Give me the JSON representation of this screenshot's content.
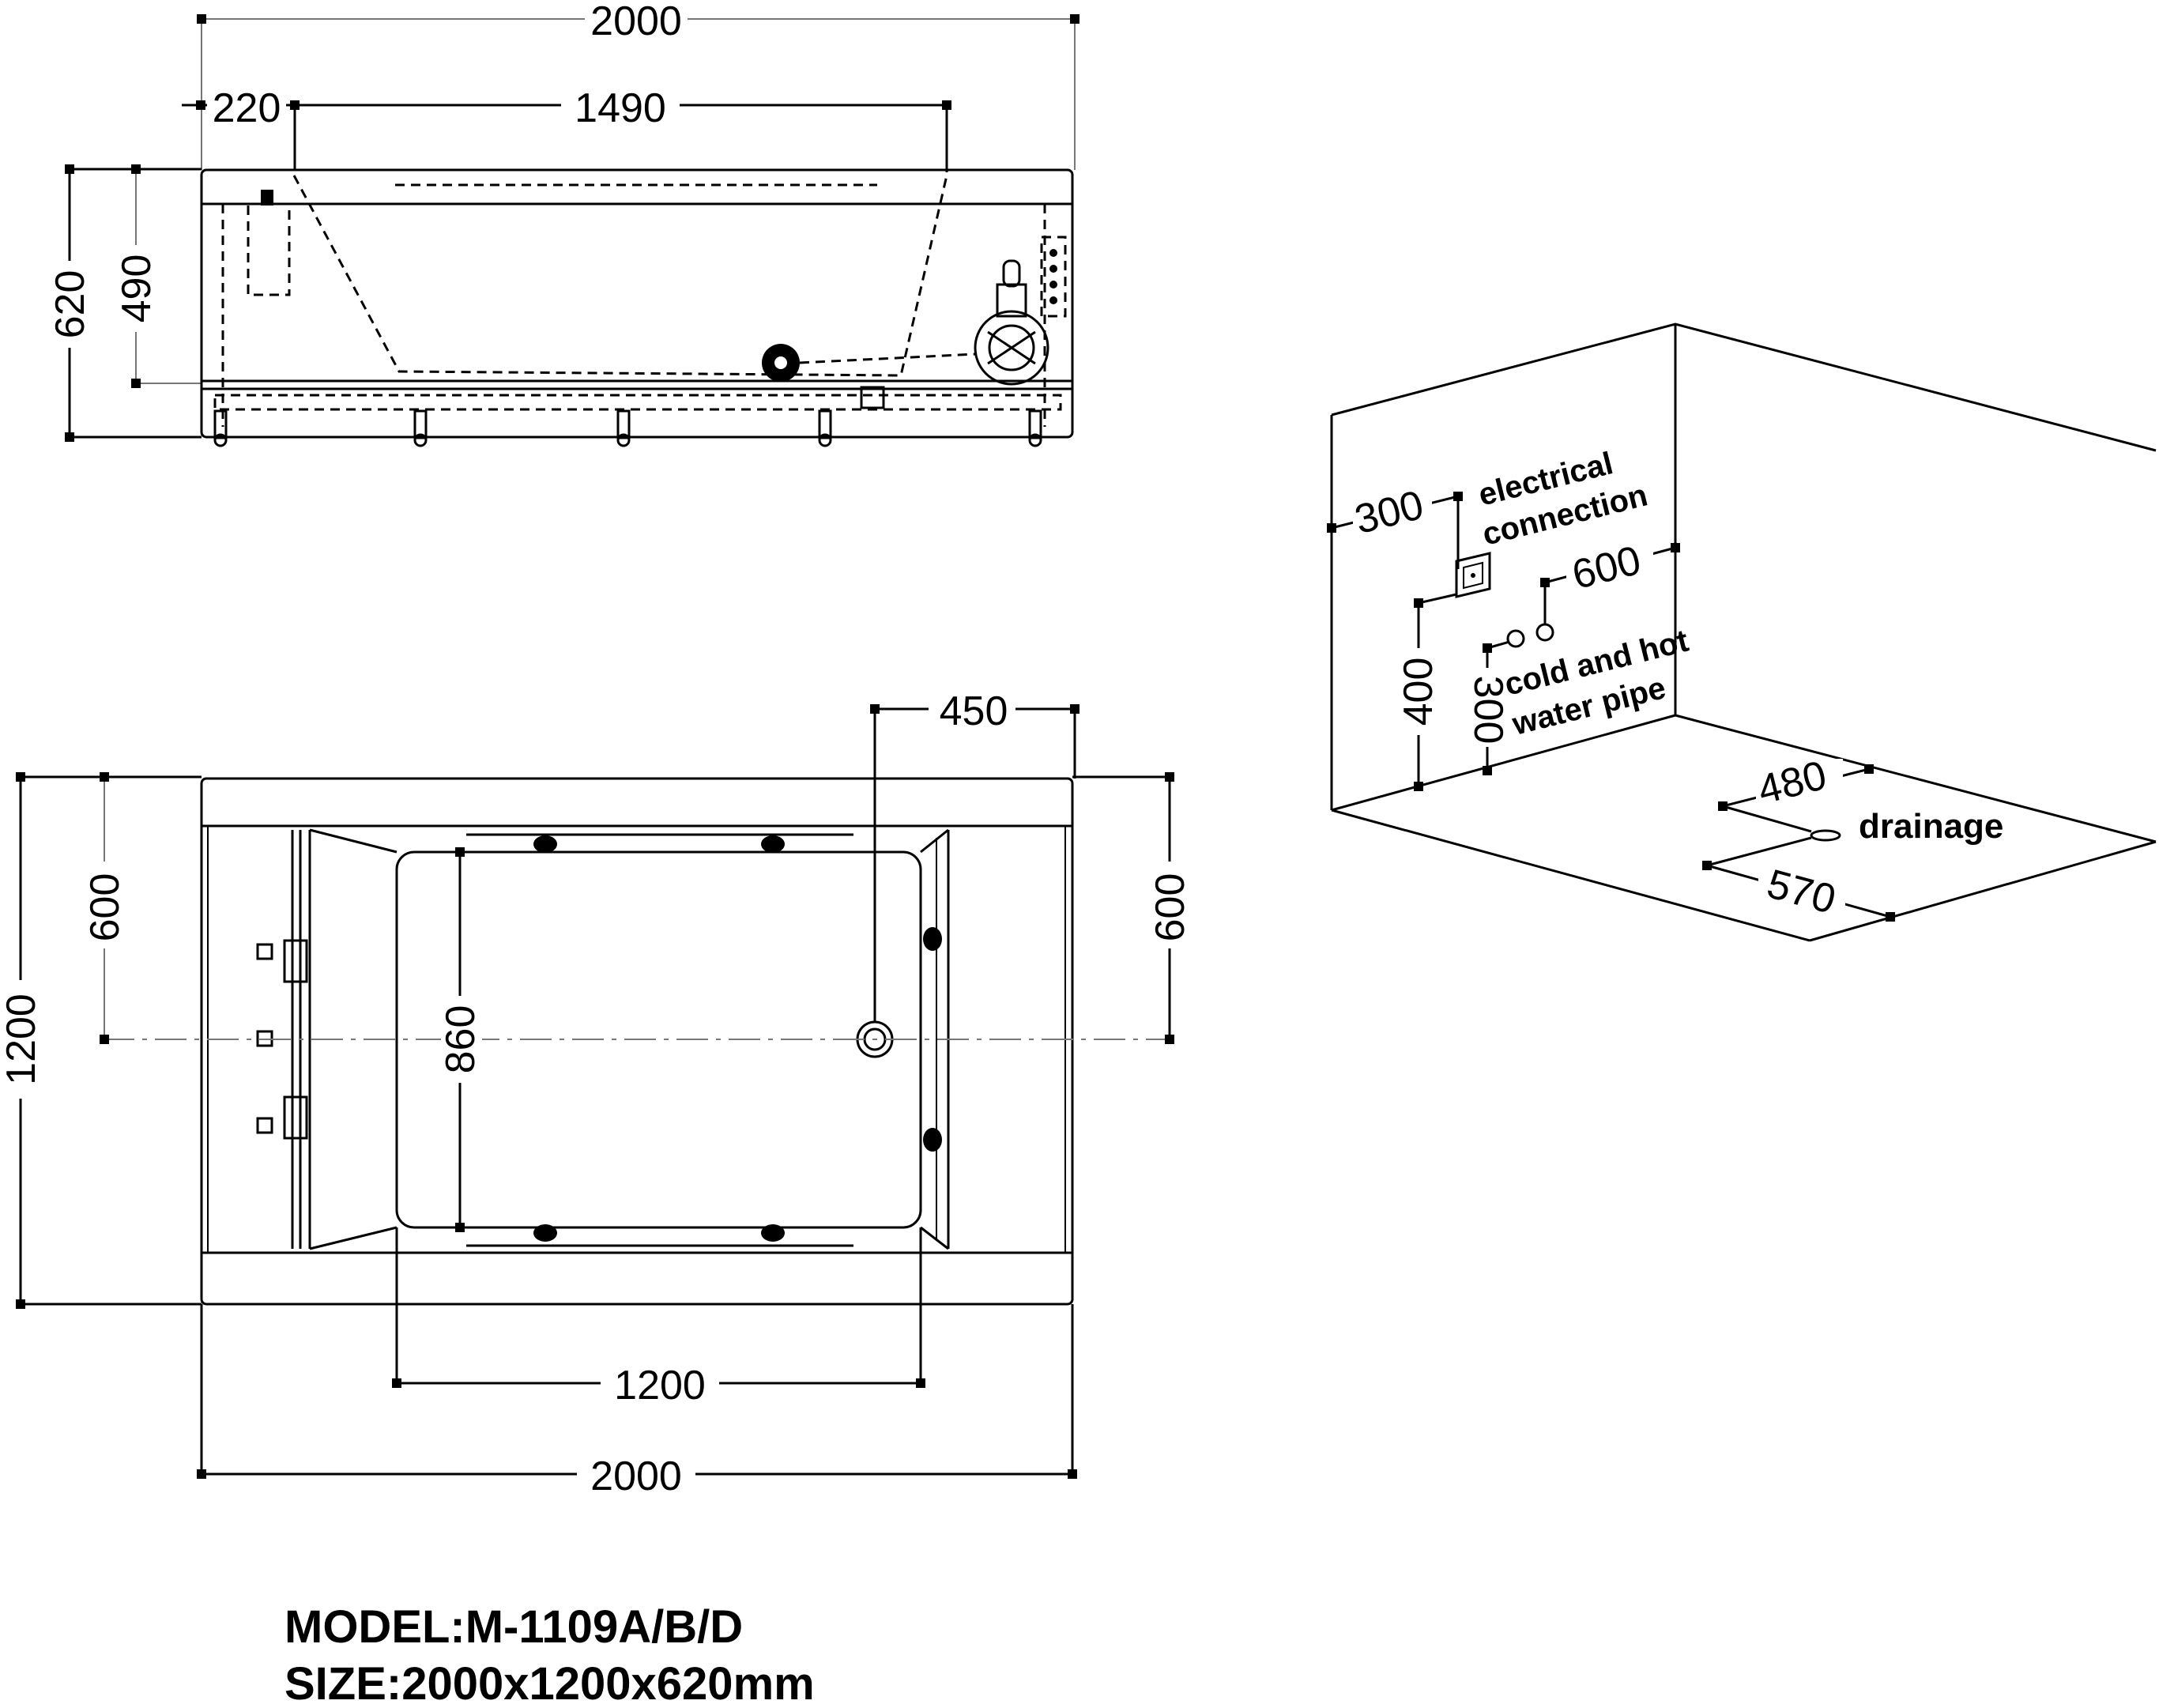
{
  "side_view": {
    "width_total": "2000",
    "offset_left": "220",
    "inner_length": "1490",
    "height_total": "620",
    "height_inner": "490"
  },
  "top_view": {
    "width_total": "2000",
    "inner_width": "1200",
    "depth_total": "1200",
    "inner_depth": "860",
    "drain_offset": "450",
    "half_depth_left": "600",
    "half_depth_right": "600"
  },
  "installation_view": {
    "electrical_offset": "300",
    "electrical_label_line1": "electrical",
    "electrical_label_line2": "connection",
    "pipe_offset": "600",
    "pipe_height": "400",
    "pipe_spacing": "300",
    "pipe_label_line1": "cold and hot",
    "pipe_label_line2": "water pipe",
    "drain_dim_a": "480",
    "drain_dim_b": "570",
    "drainage_label": "drainage"
  },
  "footer": {
    "model": "MODEL:M-1109A/B/D",
    "size": "SIZE:2000x1200x620mm"
  }
}
